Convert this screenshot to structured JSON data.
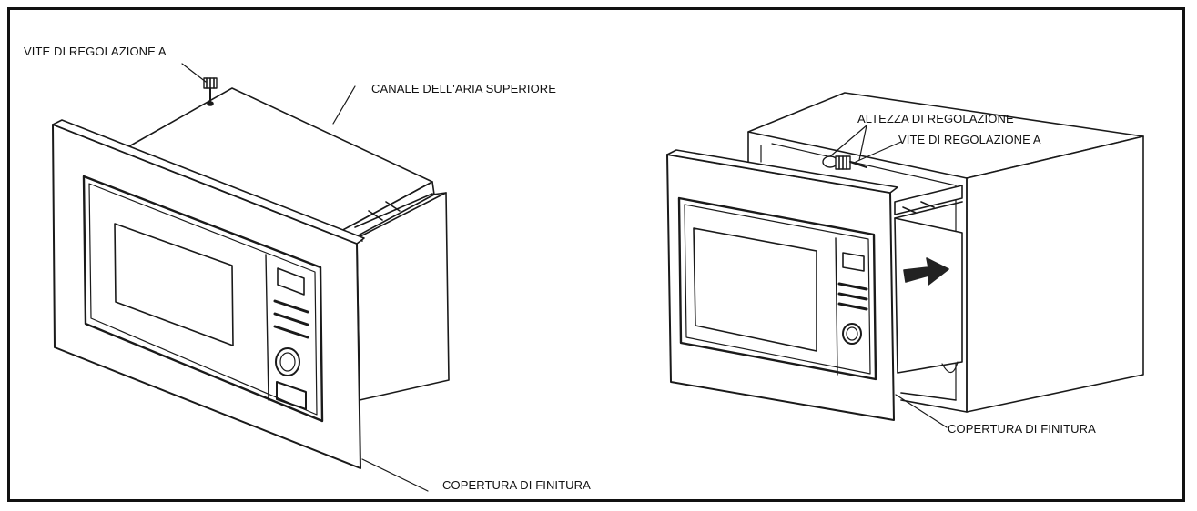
{
  "labels": {
    "left_screw": "VITE DI REGOLAZIONE A",
    "left_air_channel": "CANALE DELL'ARIA SUPERIORE",
    "left_trim": "COPERTURA DI FINITURA",
    "right_height": "ALTEZZA DI REGOLAZIONE",
    "right_screw": "VITE DI REGOLAZIONE A",
    "right_trim": "COPERTURA DI FINITURA"
  },
  "colors": {
    "line": "#1a1a1a",
    "paper": "#ffffff",
    "arrow": "#222222"
  }
}
